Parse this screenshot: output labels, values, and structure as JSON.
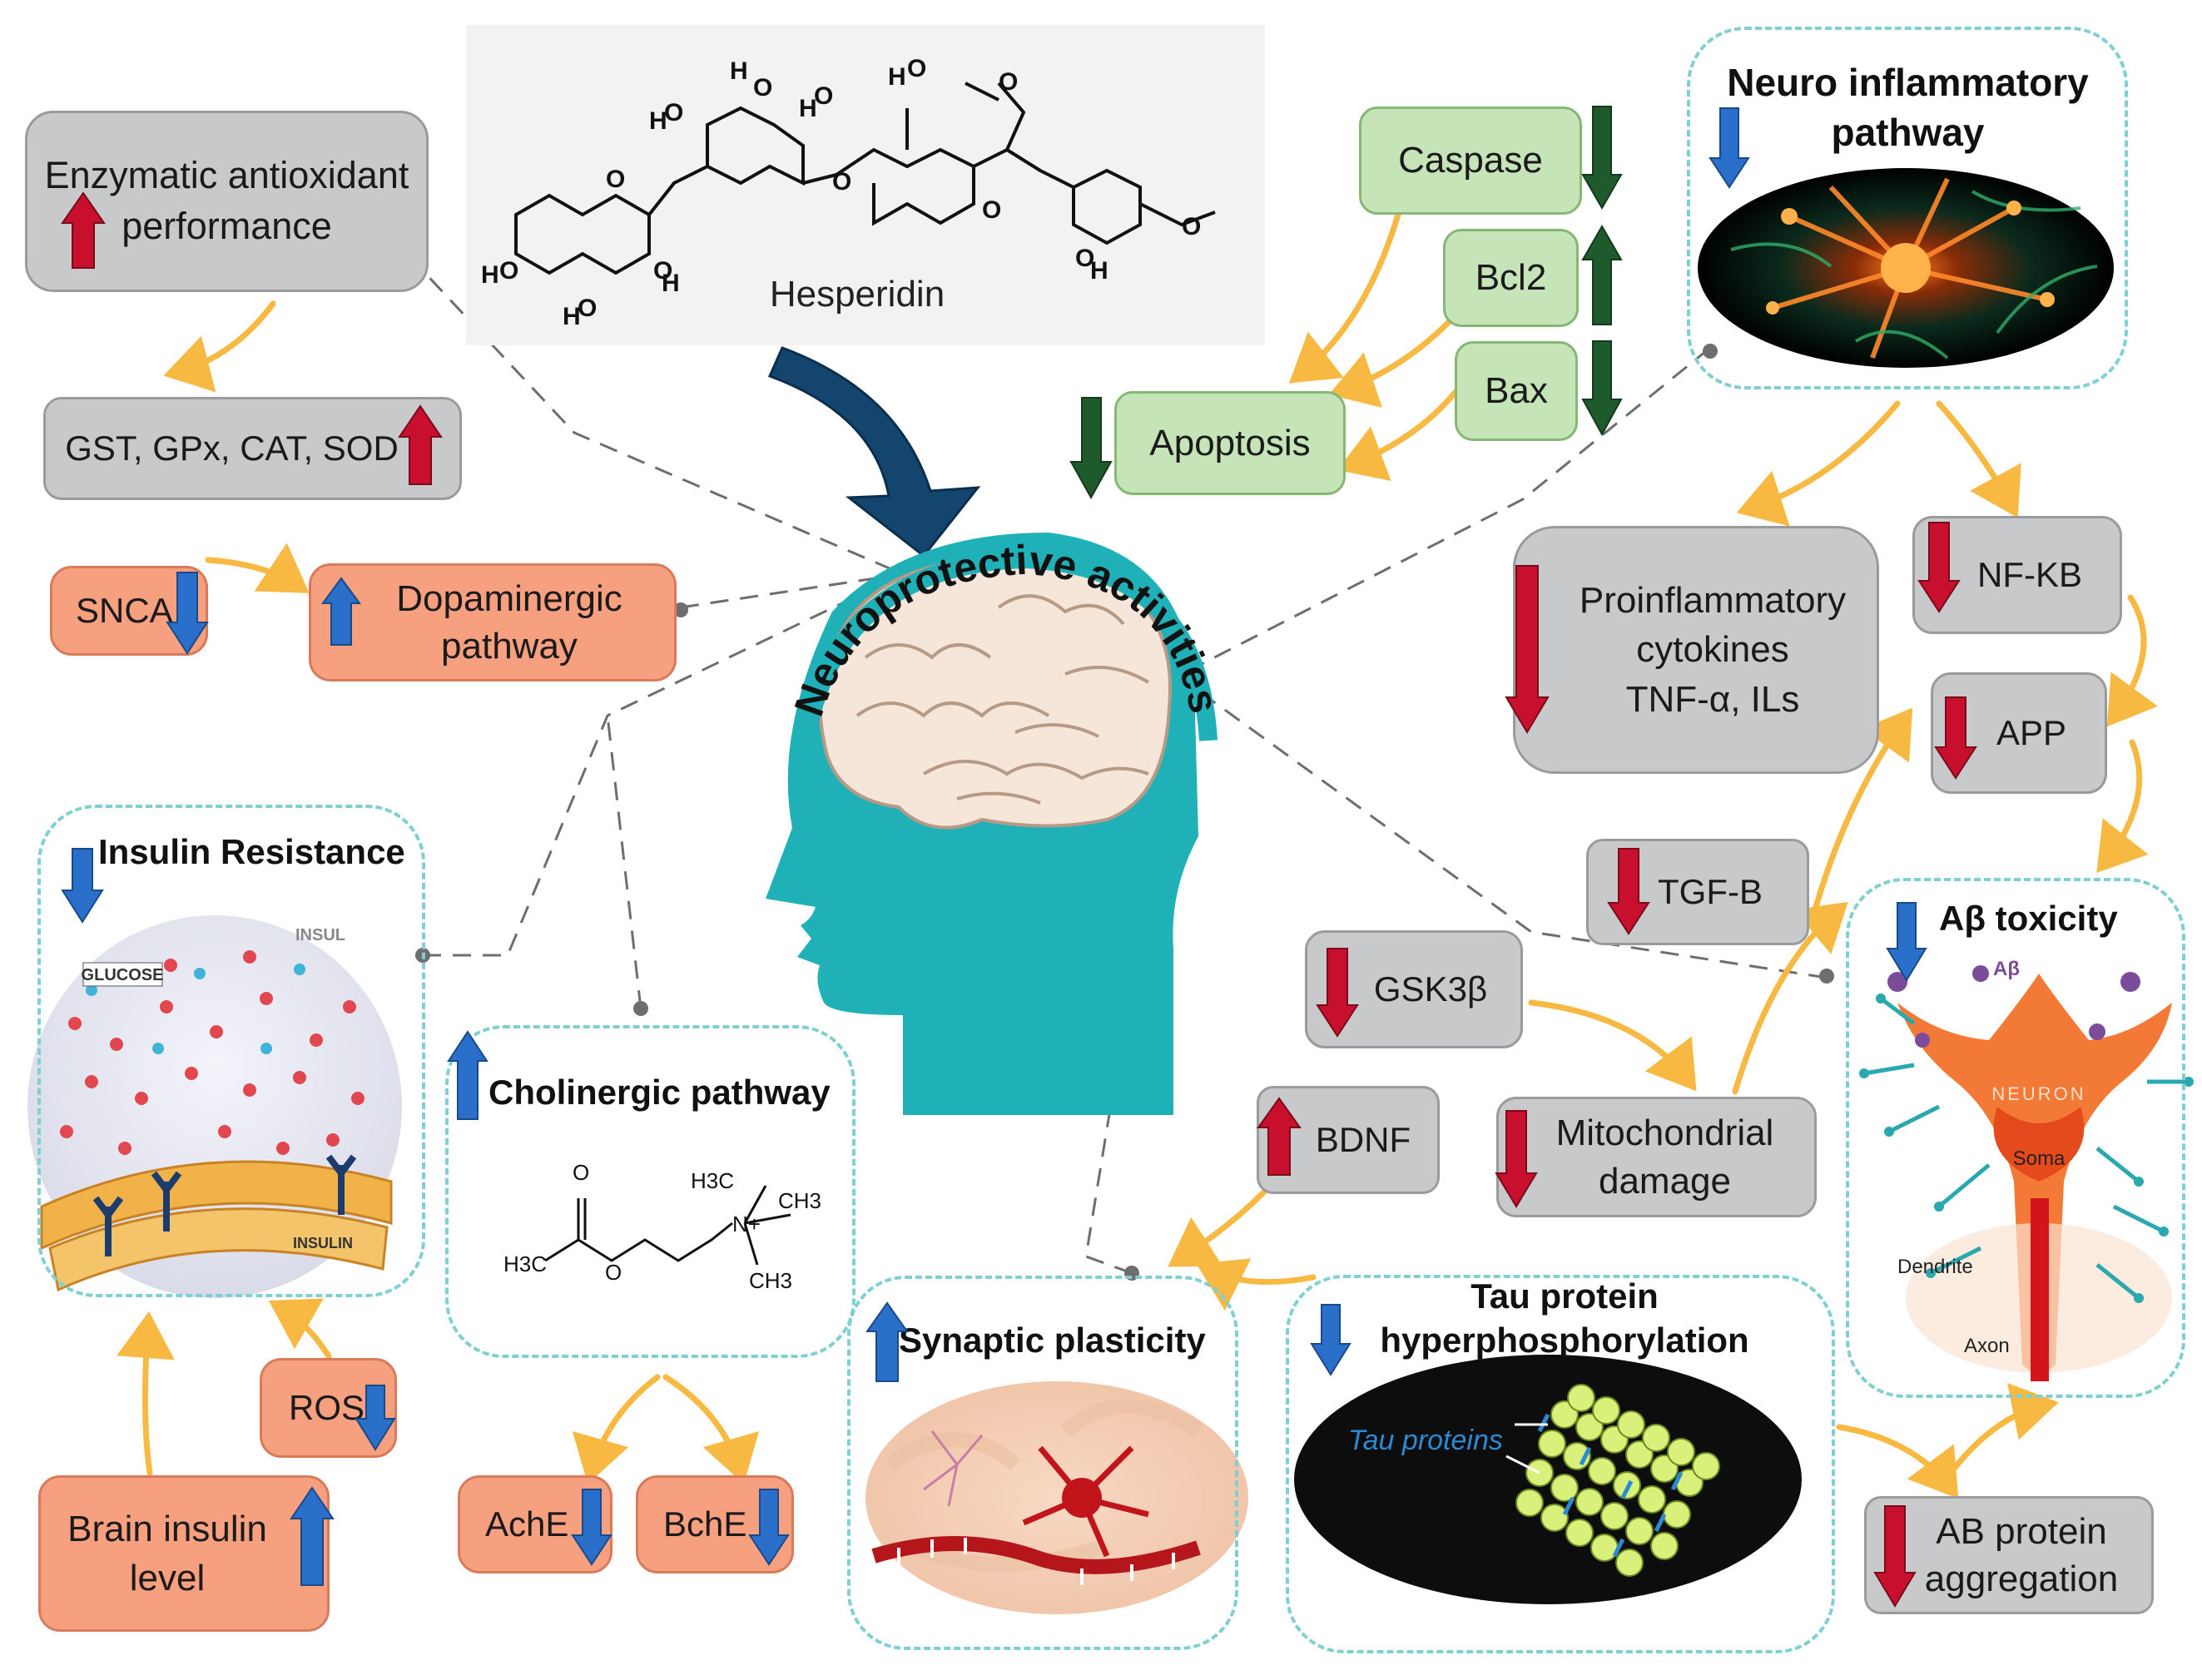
{
  "compound": {
    "name": "Hesperidin"
  },
  "center": {
    "label": "Neuroprotective activities"
  },
  "enzymatic": {
    "label_line1": "Enzymatic antioxidant",
    "label_line2": "performance",
    "arrow": "up-red"
  },
  "enzymes": {
    "label": "GST, GPx, CAT, SOD",
    "arrow": "up-red"
  },
  "snca": {
    "label": "SNCA",
    "arrow": "down-blue"
  },
  "dopaminergic": {
    "label_line1": "Dopaminergic",
    "label_line2": "pathway",
    "arrow": "up-blue"
  },
  "insulin_resistance": {
    "title": "Insulin Resistance",
    "arrow": "down-blue",
    "img_text_glucose": "GLUCOSE",
    "img_text_insulin": "INSULIN",
    "img_text_insul": "INSUL"
  },
  "cholinergic": {
    "title": "Cholinergic pathway",
    "arrow": "up-blue",
    "chem": {
      "h3c_left": "H3C",
      "o_top": "O",
      "o_mid": "O",
      "h3c_top": "H3C",
      "ch3_right": "CH3",
      "ch3_bottom": "CH3",
      "n_plus": "N+"
    }
  },
  "ros": {
    "label": "ROS",
    "arrow": "down-blue"
  },
  "brain_insulin": {
    "label_line1": "Brain insulin",
    "label_line2": "level",
    "arrow": "up-blue"
  },
  "ache": {
    "label": "AchE",
    "arrow": "down-blue"
  },
  "bche": {
    "label": "BchE",
    "arrow": "down-blue"
  },
  "synaptic": {
    "title": "Synaptic plasticity",
    "arrow": "up-blue"
  },
  "tau": {
    "title_line1": "Tau protein",
    "title_line2": "hyperphosphorylation",
    "arrow": "down-blue",
    "img_text": "Tau proteins"
  },
  "caspase": {
    "label": "Caspase",
    "arrow": "down-green"
  },
  "bcl2": {
    "label": "Bcl2",
    "arrow": "up-green"
  },
  "bax": {
    "label": "Bax",
    "arrow": "down-green"
  },
  "apoptosis": {
    "label": "Apoptosis",
    "arrow": "down-green"
  },
  "neuro_inflammatory": {
    "title_line1": "Neuro inflammatory",
    "title_line2": "pathway",
    "arrow": "down-blue"
  },
  "proinflammatory": {
    "line1": "Proinflammatory",
    "line2": "cytokines",
    "line3": "TNF-α, ILs",
    "arrow": "down-red"
  },
  "nfkb": {
    "label": "NF-KB",
    "arrow": "down-red"
  },
  "app": {
    "label": "APP",
    "arrow": "down-red"
  },
  "tgfb": {
    "label": "TGF-B",
    "arrow": "down-red"
  },
  "gsk3b": {
    "label": "GSK3β",
    "arrow": "down-red"
  },
  "bdnf": {
    "label": "BDNF",
    "arrow": "up-red"
  },
  "mitochondrial": {
    "label_line1": "Mitochondrial",
    "label_line2": "damage",
    "arrow": "down-red"
  },
  "abeta": {
    "title": "Aβ toxicity",
    "arrow": "down-blue",
    "img_neuron": "NEURON",
    "img_soma": "Soma",
    "img_dendrite": "Dendrite",
    "img_axon": "Axon",
    "img_ab": "Aβ"
  },
  "ab_aggregation": {
    "label_line1": "AB protein",
    "label_line2": "aggregation",
    "arrow": "down-red"
  },
  "colors": {
    "red_arrow": "#c8102e",
    "blue_arrow": "#2a6fc9",
    "green_arrow": "#1f5a2c",
    "connector_orange": "#f7b942",
    "teal_head": "#1fb0b8",
    "dash_border": "#7fd0d0"
  }
}
